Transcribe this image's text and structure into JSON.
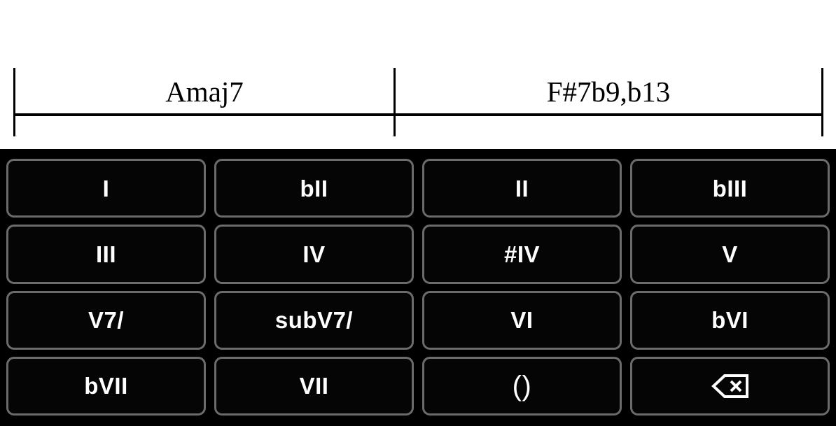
{
  "chart": {
    "measures": [
      {
        "chord": "Amaj7"
      },
      {
        "chord": "F#7b9,b13"
      }
    ]
  },
  "keypad": {
    "rows": [
      [
        {
          "label": "I",
          "name": "key-i"
        },
        {
          "label": "bII",
          "name": "key-bii"
        },
        {
          "label": "II",
          "name": "key-ii"
        },
        {
          "label": "bIII",
          "name": "key-biii"
        }
      ],
      [
        {
          "label": "III",
          "name": "key-iii"
        },
        {
          "label": "IV",
          "name": "key-iv"
        },
        {
          "label": "#IV",
          "name": "key-sharp-iv"
        },
        {
          "label": "V",
          "name": "key-v"
        }
      ],
      [
        {
          "label": "V7/",
          "name": "key-v7-slash"
        },
        {
          "label": "subV7/",
          "name": "key-subv7-slash"
        },
        {
          "label": "VI",
          "name": "key-vi"
        },
        {
          "label": "bVI",
          "name": "key-bvi"
        }
      ],
      [
        {
          "label": "bVII",
          "name": "key-bvii"
        },
        {
          "label": "VII",
          "name": "key-vii"
        },
        {
          "label": "()",
          "name": "key-parentheses"
        },
        {
          "label": "",
          "name": "key-backspace",
          "icon": "backspace-icon"
        }
      ]
    ]
  },
  "colors": {
    "page_background": "#ffffff",
    "keypad_background": "#000000",
    "key_border": "#6b6b6b",
    "key_text": "#ffffff",
    "staff_ink": "#000000"
  }
}
